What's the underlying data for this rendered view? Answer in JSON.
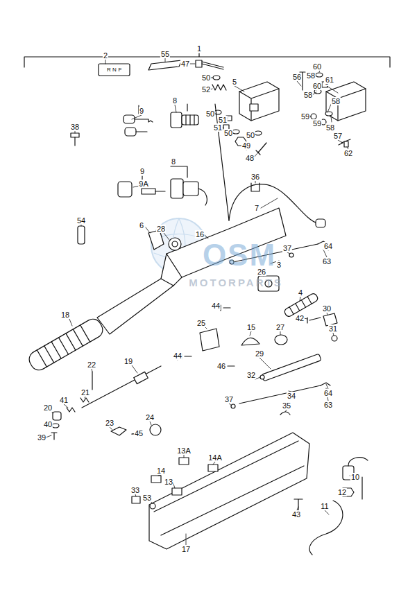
{
  "diagram": {
    "labels": [
      "1",
      "2",
      "R",
      "N",
      "F",
      "55",
      "47",
      "50",
      "5",
      "56",
      "60",
      "5",
      "58",
      "61",
      "52",
      "60",
      "58",
      "9",
      "8",
      "50",
      "51",
      "51",
      "50",
      "50",
      "58",
      "59",
      "59",
      "58",
      "57",
      "62",
      "38",
      "49",
      "48",
      "8",
      "9",
      "36",
      "9A",
      "7",
      "54",
      "6",
      "28",
      "16",
      "37",
      "64",
      "3",
      "63",
      "26",
      "4",
      "18",
      "44",
      "30",
      "42",
      "25",
      "27",
      "15",
      "31",
      "22",
      "19",
      "29",
      "44",
      "46",
      "32",
      "64",
      "21",
      "34",
      "41",
      "63",
      "20",
      "37",
      "35",
      "23",
      "24",
      "45",
      "40",
      "39",
      "13A",
      "14A",
      "10",
      "14",
      "13",
      "12",
      "33",
      "53",
      "11",
      "43",
      "17",
      "OSM",
      "MOTORPARTS"
    ]
  }
}
